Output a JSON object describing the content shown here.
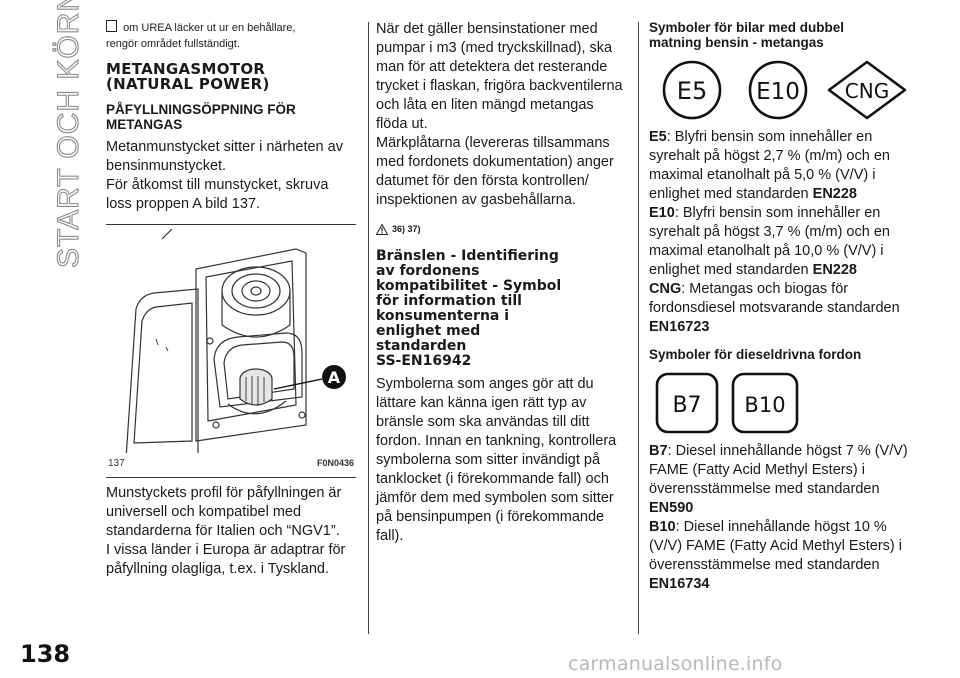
{
  "side_title": "START OCH KÖRNING",
  "page_number": "138",
  "watermark": "carmanualsonline.info",
  "col1": {
    "note_line1": "om UREA läcker ut ur en behållare,",
    "note_line2": "rengör området fullständigt.",
    "h1_line1": "METANGASMOTOR",
    "h1_line2": "(NATURAL POWER)",
    "h2_line1": "PÅFYLLNINGSÖPPNING FÖR",
    "h2_line2": "METANGAS",
    "p1": "Metanmunstycket sitter i närheten av bensinmunstycket.",
    "p2": "För åtkomst till munstycket, skruva loss proppen A bild 137.",
    "figure_label": "A",
    "figure_number": "137",
    "figure_code": "F0N0436",
    "p3": "Munstyckets profil för påfyllningen är universell och kompatibel med standarderna för Italien och “NGV1”.",
    "p4": "I vissa länder i Europa är adaptrar för påfyllning olagliga, t.ex. i Tyskland."
  },
  "col2": {
    "p1": "När det gäller bensinstationer med pumpar i m3 (med tryckskillnad), ska man för att detektera det resterande trycket i flaskan, frigöra backventilerna och låta en liten mängd metangas flöda ut.",
    "p2": "Märkplåtarna (levereras tillsammans med fordonets dokumentation) anger datumet för den första kontrollen/ inspektionen av gasbehållarna.",
    "refs": "36) 37)",
    "h_lines": [
      "Bränslen - Identifiering",
      "av fordonens",
      "kompatibilitet - Symbol",
      "för information till",
      "konsumenterna i",
      "enlighet med",
      "standarden",
      "SS-EN16942"
    ],
    "p3": "Symbolerna som anges gör att du lättare kan känna igen rätt typ av bränsle som ska användas till ditt fordon. Innan en tankning, kontrollera symbolerna som sitter invändigt på tanklocket (i förekommande fall) och jämför dem med symbolen som sitter på bensinpumpen (i förekommande fall)."
  },
  "col3": {
    "h1_line1": "Symboler för bilar med dubbel",
    "h1_line2": "matning bensin - metangas",
    "sym_e5": "E5",
    "sym_e10": "E10",
    "sym_cng": "CNG",
    "e5_label": "E5",
    "e5_text": ": Blyfri bensin som innehåller en syrehalt på högst 2,7 % (m/m) och en maximal etanolhalt på 5,0 % (V/V) i enlighet med standarden",
    "e5_std": "EN228",
    "e10_label": "E10",
    "e10_text": ": Blyfri bensin som innehåller en syrehalt på högst 3,7 % (m/m) och en maximal etanolhalt på 10,0 % (V/V) i enlighet med standarden",
    "e10_std": "EN228",
    "cng_label": "CNG",
    "cng_text": ": Metangas och biogas för fordonsdiesel motsvarande standarden",
    "cng_std": "EN16723",
    "h2": "Symboler för dieseldrivna fordon",
    "sym_b7": "B7",
    "sym_b10": "B10",
    "b7_label": "B7",
    "b7_text": ": Diesel innehållande högst 7 % (V/V) FAME (Fatty Acid Methyl Esters) i överensstämmelse med standarden",
    "b7_std": "EN590",
    "b10_label": "B10",
    "b10_text": ": Diesel innehållande högst 10 % (V/V) FAME (Fatty Acid Methyl Esters) i överensstämmelse med standarden",
    "b10_std": "EN16734"
  }
}
